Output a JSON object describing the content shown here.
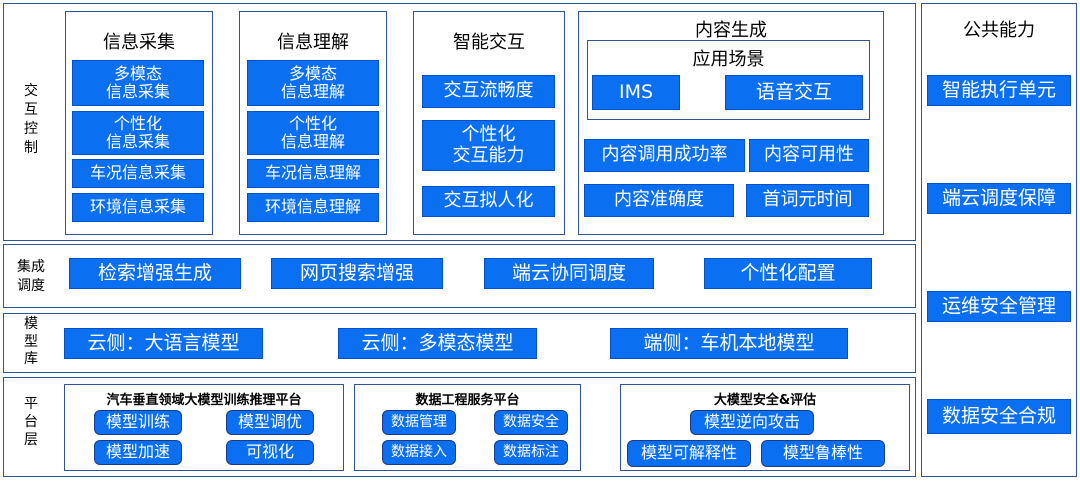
{
  "rows": {
    "interaction_control": [
      "交",
      "互",
      "控",
      "制"
    ],
    "integration_scheduling": [
      "集成",
      "调度"
    ],
    "model_library": [
      "模",
      "型",
      "库"
    ],
    "platform_layer": [
      "平",
      "台",
      "层"
    ]
  },
  "interaction": {
    "info_collection": {
      "title": "信息采集",
      "items": [
        "多模态\n信息采集",
        "个性化\n信息采集",
        "车况信息采集",
        "环境信息采集"
      ]
    },
    "info_understanding": {
      "title": "信息理解",
      "items": [
        "多模态\n信息理解",
        "个性化\n信息理解",
        "车况信息理解",
        "环境信息理解"
      ]
    },
    "smart_interaction": {
      "title": "智能交互",
      "items": [
        "交互流畅度",
        "个性化\n交互能力",
        "交互拟人化"
      ]
    },
    "content_generation": {
      "title": "内容生成",
      "scenario_title": "应用场景",
      "scenarios": [
        "IMS",
        "语音交互"
      ],
      "metrics": [
        "内容调用成功率",
        "内容可用性",
        "内容准确度",
        "首词元时间"
      ]
    }
  },
  "integration": {
    "items": [
      "检索增强生成",
      "网页搜索增强",
      "端云协同调度",
      "个性化配置"
    ]
  },
  "models": {
    "items": [
      "云侧：大语言模型",
      "云侧：多模态模型",
      "端侧：车机本地模型"
    ]
  },
  "platform": {
    "training": {
      "title": "汽车垂直领域大模型训练推理平台",
      "items": [
        "模型训练",
        "模型调优",
        "模型加速",
        "可视化"
      ]
    },
    "data_engineering": {
      "title": "数据工程服务平台",
      "items": [
        "数据管理",
        "数据安全",
        "数据接入",
        "数据标注"
      ]
    },
    "security": {
      "title": "大模型安全&评估",
      "items": [
        "模型逆向攻击",
        "模型可解释性",
        "模型鲁棒性"
      ]
    }
  },
  "public_capability": {
    "title": "公共能力",
    "items": [
      "智能执行单元",
      "端云调度保障",
      "运维安全管理",
      "数据安全合规"
    ]
  },
  "colors": {
    "box_blue": "#0a6ff0",
    "border": "#2f5597"
  }
}
